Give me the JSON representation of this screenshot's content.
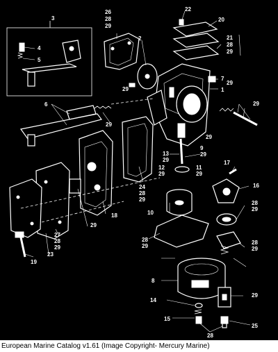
{
  "diagram": {
    "callouts": [
      "22",
      "20",
      "21",
      "28",
      "29",
      "26",
      "28",
      "29",
      "2",
      "3",
      "4",
      "5",
      "7",
      "29",
      "1",
      "29",
      "6",
      "29",
      "29",
      "29",
      "24",
      "28",
      "29",
      "13",
      "29",
      "9",
      "29",
      "12",
      "29",
      "11",
      "29",
      "17",
      "16",
      "28",
      "29",
      "10",
      "18",
      "28",
      "29",
      "28",
      "29",
      "29",
      "19",
      "23",
      "27",
      "28",
      "29",
      "8",
      "29",
      "14",
      "15",
      "25",
      "28"
    ]
  },
  "footer": {
    "caption": "European Marine Catalog v1.61 (Image Copyright- Mercury Marine)"
  },
  "colors": {
    "background": "#000000",
    "linework": "#ffffff",
    "caption_bg": "#ffffff",
    "caption_text": "#000000"
  }
}
